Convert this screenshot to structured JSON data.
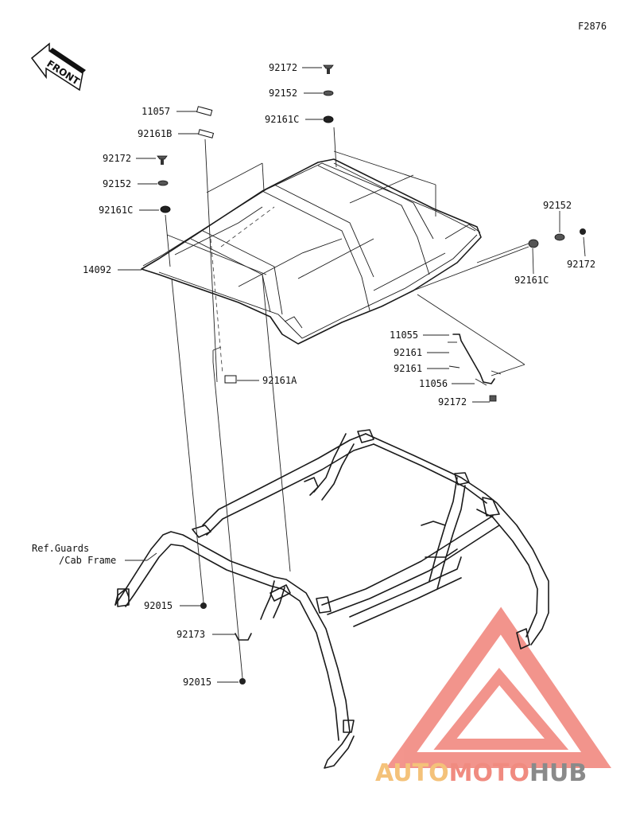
{
  "figure_code": "F2876",
  "front_badge": "FRONT",
  "reference_note": [
    "Ref.Guards",
    "/Cab Frame"
  ],
  "parts": {
    "p92172_top": "92172",
    "p92152_top": "92152",
    "p92161C_top": "92161C",
    "p11057": "11057",
    "p92161B": "92161B",
    "p92172_left": "92172",
    "p92152_left": "92152",
    "p92161C_left": "92161C",
    "p14092": "14092",
    "p92152_right": "92152",
    "p92172_right": "92172",
    "p92161C_right": "92161C",
    "p11055": "11055",
    "p92161_a": "92161",
    "p92161_b": "92161",
    "p11056": "11056",
    "p92172_bracket": "92172",
    "p92161A": "92161A",
    "p92015_a": "92015",
    "p92173": "92173",
    "p92015_b": "92015"
  },
  "watermark": {
    "part1": "AUTO",
    "part2": "MOTO",
    "part3": "HUB",
    "colors": {
      "auto": "#f4c27a",
      "moto": "#f08b80",
      "hub": "#8a8a8a",
      "triangle": "#f07a70"
    }
  }
}
